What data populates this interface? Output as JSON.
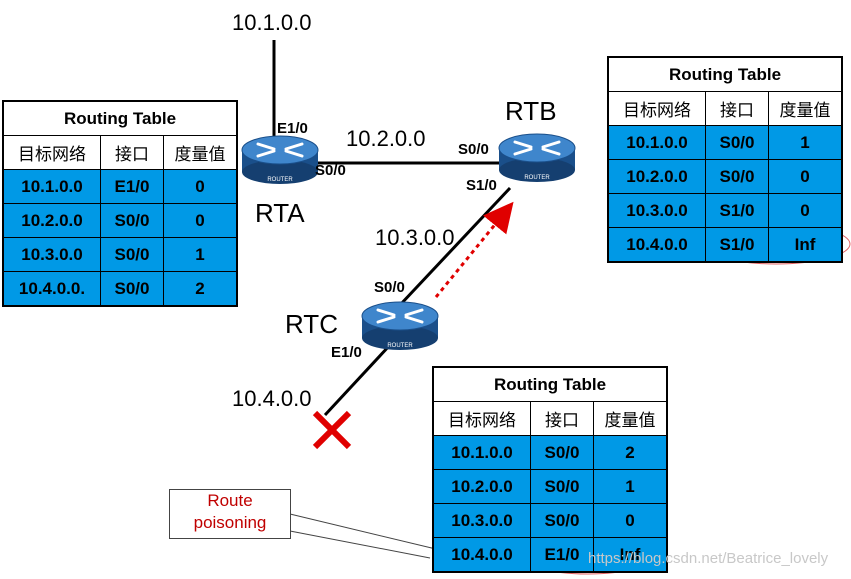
{
  "networks": {
    "n1": "10.1.0.0",
    "n2": "10.2.0.0",
    "n3": "10.3.0.0",
    "n4": "10.4.0.0"
  },
  "routers": {
    "rta": {
      "name": "RTA",
      "badge": "ROUTER",
      "if_e": "E1/0",
      "if_s": "S0/0"
    },
    "rtb": {
      "name": "RTB",
      "badge": "ROUTER",
      "if_s0": "S0/0",
      "if_s1": "S1/0"
    },
    "rtc": {
      "name": "RTC",
      "badge": "ROUTER",
      "if_s": "S0/0",
      "if_e": "E1/0"
    }
  },
  "tables": {
    "rta": {
      "title": "Routing Table",
      "headers": [
        "目标网络",
        "接口",
        "度量值"
      ],
      "rows": [
        [
          "10.1.0.0",
          "E1/0",
          "0"
        ],
        [
          "10.2.0.0",
          "S0/0",
          "0"
        ],
        [
          "10.3.0.0",
          "S0/0",
          "1"
        ],
        [
          "10.4.0.0.",
          "S0/0",
          "2"
        ]
      ]
    },
    "rtb": {
      "title": "Routing Table",
      "headers": [
        "目标网络",
        "接口",
        "度量值"
      ],
      "rows": [
        [
          "10.1.0.0",
          "S0/0",
          "1"
        ],
        [
          "10.2.0.0",
          "S0/0",
          "0"
        ],
        [
          "10.3.0.0",
          "S1/0",
          "0"
        ],
        [
          "10.4.0.0",
          "S1/0",
          "Inf"
        ]
      ]
    },
    "rtc": {
      "title": "Routing Table",
      "headers": [
        "目标网络",
        "接口",
        "度量值"
      ],
      "rows": [
        [
          "10.1.0.0",
          "S0/0",
          "2"
        ],
        [
          "10.2.0.0",
          "S0/0",
          "1"
        ],
        [
          "10.3.0.0",
          "S0/0",
          "0"
        ],
        [
          "10.4.0.0",
          "E1/0",
          "Inf"
        ]
      ]
    }
  },
  "callout": {
    "line1": "Route",
    "line2": "poisoning"
  },
  "watermark": "https://blog.csdn.net/Beatrice_lovely",
  "colors": {
    "table_row": "#0099e6",
    "poison": "#e00000",
    "ellipse": "#e06060",
    "callout_text": "#c00000"
  },
  "icons": {
    "router": "router-icon",
    "failure": "x-mark-icon",
    "update": "dashed-arrow-icon"
  }
}
